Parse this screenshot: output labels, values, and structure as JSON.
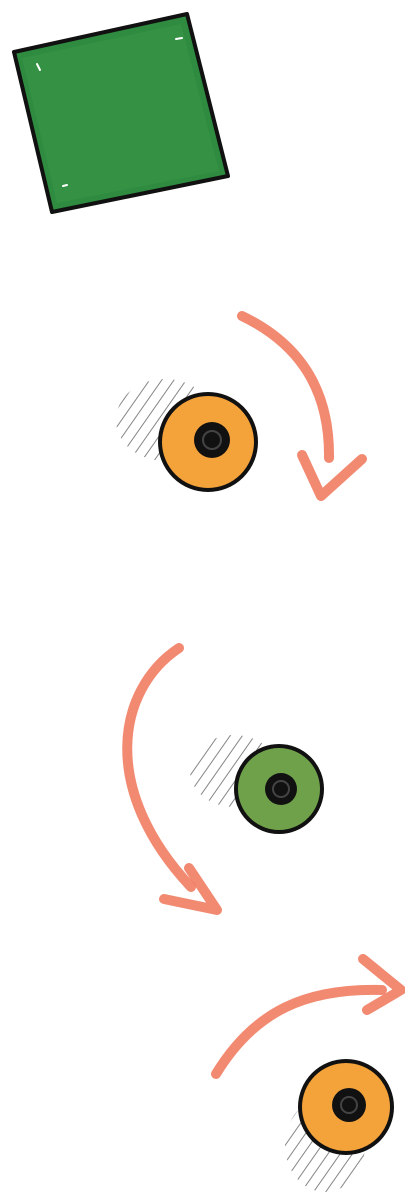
{
  "scene": {
    "background": "#ffffff",
    "square": {
      "fill": "#2e8b3f",
      "stroke": "#111111",
      "icon": "green-square"
    },
    "arrows": {
      "color": "#f07a5f",
      "items": [
        {
          "icon": "clockwise-curved-arrow"
        },
        {
          "icon": "counterclockwise-curved-arrow"
        },
        {
          "icon": "rightward-curved-arrow"
        }
      ]
    },
    "knobs": {
      "hatch_color": "#777777",
      "center_color": "#111111",
      "items": [
        {
          "icon": "orange-round-knob",
          "fill": "#f4a23a"
        },
        {
          "icon": "green-round-knob",
          "fill": "#6fa14a"
        },
        {
          "icon": "orange-round-knob",
          "fill": "#f4a23a"
        }
      ]
    }
  }
}
